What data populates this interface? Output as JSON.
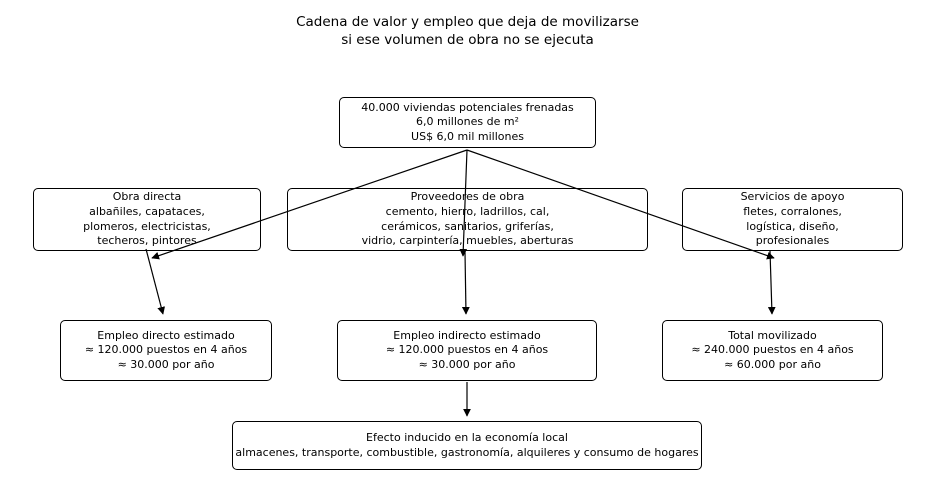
{
  "title": {
    "line1": "Cadena de valor y empleo que deja de movilizarse",
    "line2": "si ese volumen de obra no se ejecuta"
  },
  "nodes": {
    "root": {
      "lines": [
        "40.000 viviendas potenciales frenadas",
        "6,0 millones de m²",
        "US$ 6,0 mil millones"
      ]
    },
    "obra_directa": {
      "lines": [
        "Obra directa",
        "albañiles, capataces,",
        "plomeros, electricistas,",
        "techeros, pintores"
      ]
    },
    "proveedores": {
      "lines": [
        "Proveedores de obra",
        "cemento, hierro, ladrillos, cal,",
        "cerámicos, sanitarios, griferías,",
        "vidrio, carpintería, muebles, aberturas"
      ]
    },
    "servicios": {
      "lines": [
        "Servicios de apoyo",
        "fletes, corralones,",
        "logística, diseño,",
        "profesionales"
      ]
    },
    "empleo_directo": {
      "lines": [
        "Empleo directo estimado",
        "≈ 120.000 puestos en 4 años",
        "≈ 30.000 por año"
      ]
    },
    "empleo_indirecto": {
      "lines": [
        "Empleo indirecto estimado",
        "≈ 120.000 puestos en 4 años",
        "≈ 30.000 por año"
      ]
    },
    "total_movilizado": {
      "lines": [
        "Total movilizado",
        "≈ 240.000 puestos en 4 años",
        "≈ 60.000 por año"
      ]
    },
    "efecto_inducido": {
      "lines": [
        "Efecto inducido en la economía local",
        "almacenes, transporte, combustible, gastronomía, alquileres y consumo de hogares"
      ]
    }
  },
  "colors": {
    "box_border": "#000000",
    "box_fill": "#ffffff",
    "text": "#000000",
    "arrow": "#000000"
  }
}
